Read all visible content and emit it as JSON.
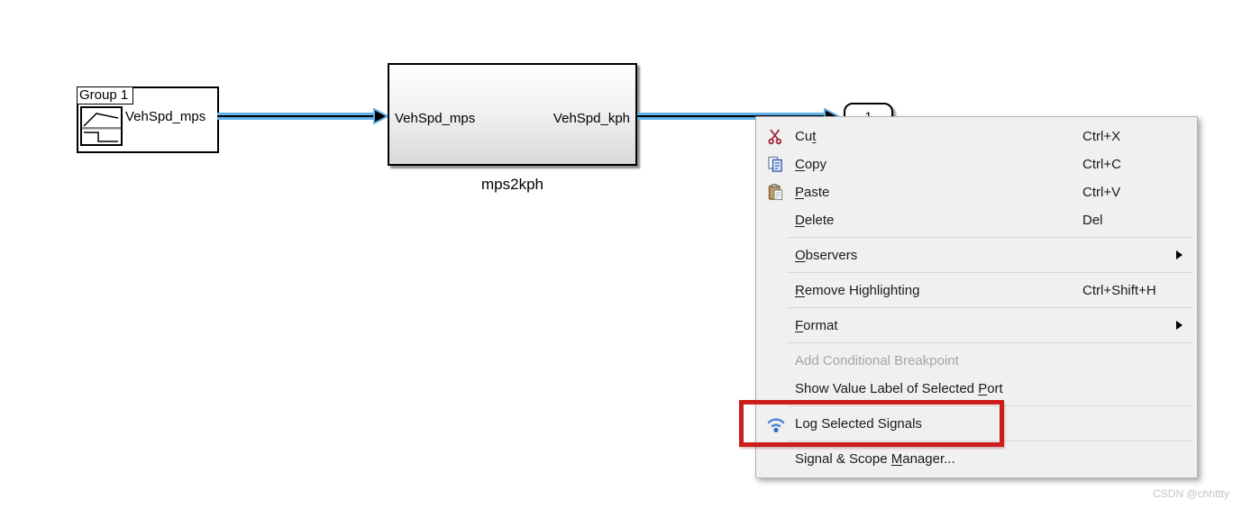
{
  "diagram": {
    "source_block": {
      "tab_label": "Group 1",
      "signal_label": "VehSpd_mps",
      "icon": "signal-builder-waveforms-icon"
    },
    "subsystem_block": {
      "input_port": "VehSpd_mps",
      "output_port": "VehSpd_kph",
      "name": "mps2kph"
    },
    "outport_block": {
      "number": "1"
    },
    "signal_color": "#61b2ea"
  },
  "context_menu": {
    "items": [
      {
        "name": "cut",
        "icon": "scissors-icon",
        "pre": "Cu",
        "key": "t",
        "post": "",
        "shortcut": "Ctrl+X"
      },
      {
        "name": "copy",
        "icon": "copy-icon",
        "pre": "",
        "key": "C",
        "post": "opy",
        "shortcut": "Ctrl+C"
      },
      {
        "name": "paste",
        "icon": "paste-icon",
        "pre": "",
        "key": "P",
        "post": "aste",
        "shortcut": "Ctrl+V"
      },
      {
        "name": "delete",
        "pre": "",
        "key": "D",
        "post": "elete",
        "shortcut": "Del"
      },
      {
        "name": "observers",
        "pre": "",
        "key": "O",
        "post": "bservers",
        "submenu": true
      },
      {
        "name": "remove-highlighting",
        "pre": "",
        "key": "R",
        "post": "emove Highlighting",
        "shortcut": "Ctrl+Shift+H"
      },
      {
        "name": "format",
        "pre": "",
        "key": "F",
        "post": "ormat",
        "submenu": true
      },
      {
        "name": "add-conditional-breakpoint",
        "pre": "Add Conditional Breakpoint",
        "key": "",
        "post": "",
        "disabled": true
      },
      {
        "name": "show-value-label",
        "pre": "Show Value Label of Selected ",
        "key": "P",
        "post": "ort"
      },
      {
        "name": "log-selected-signals",
        "icon": "wifi-signal-logging-icon",
        "pre": "Log Selected Signals",
        "key": "",
        "post": ""
      },
      {
        "name": "signal-scope-manager",
        "pre": "Signal & Scope ",
        "key": "M",
        "post": "anager..."
      }
    ]
  },
  "annotation": {
    "highlight_color": "#cc1c1c",
    "highlighted_item": "Log Selected Signals"
  },
  "watermark": "CSDN @chhttty",
  "colors": {
    "menu_bg": "#f0f0f0",
    "menu_text": "#1a1a1a",
    "disabled_text": "#a6a6a6",
    "separator": "#d8d8d8",
    "signal_highlight": "#61b2ea"
  }
}
